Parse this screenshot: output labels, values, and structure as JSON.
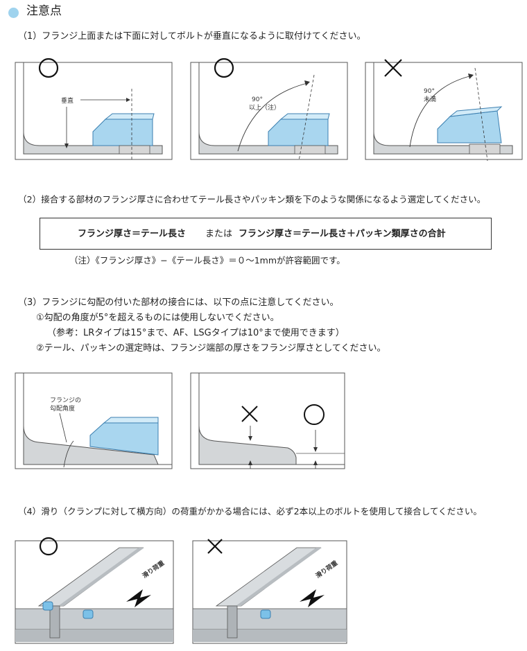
{
  "header": {
    "title": "注意点"
  },
  "sections": {
    "s1": {
      "text": "（1）フランジ上面または下面に対してボルトが垂直になるように取付けてください。"
    },
    "s2": {
      "text": "（2）接合する部材のフランジ厚さに合わせてテール長さやパッキン類を下のような関係になるよう選定してください。",
      "box_left": "フランジ厚さ＝テール長さ",
      "box_mid": "または",
      "box_right": "フランジ厚さ＝テール長さ＋パッキン類厚さの合計",
      "note": "（注）《フランジ厚さ》−《テール長さ》＝０〜1mmが許容範囲です。"
    },
    "s3": {
      "text": "（3）フランジに勾配の付いた部材の接合には、以下の点に注意してください。",
      "item1": "①勾配の角度が5°を超えるものには使用しないでください。",
      "ref": "（参考：LRタイプは15°まで、AF、LSGタイプは10°まで使用できます）",
      "item2": "②テール、パッキンの選定時は、フランジ端部の厚さをフランジ厚さとしてください。"
    },
    "s4": {
      "text": "（4）滑り（クランプに対して横方向）の荷重がかかる場合には、必ず2本以上のボルトを使用して接合してください。"
    }
  },
  "figures": {
    "fig1a": {
      "mark": "ok",
      "label": "垂直"
    },
    "fig1b": {
      "mark": "ok",
      "label1": "90°",
      "label2": "以上（注）"
    },
    "fig1c": {
      "mark": "ng",
      "label1": "90°",
      "label2": "未満"
    },
    "fig3a": {
      "label1": "フランジの",
      "label2": "勾配角度"
    },
    "fig3b": {
      "mark_left": "ng",
      "mark_right": "ok"
    },
    "fig4a": {
      "mark": "ok",
      "load_label": "滑り荷重"
    },
    "fig4b": {
      "mark": "ng",
      "load_label": "滑り荷重"
    }
  },
  "colors": {
    "clamp": "#a9d6ef",
    "clamp_dark": "#5aa9d6",
    "steel": "#cfd3d6",
    "bullet": "#9fd3ee"
  }
}
